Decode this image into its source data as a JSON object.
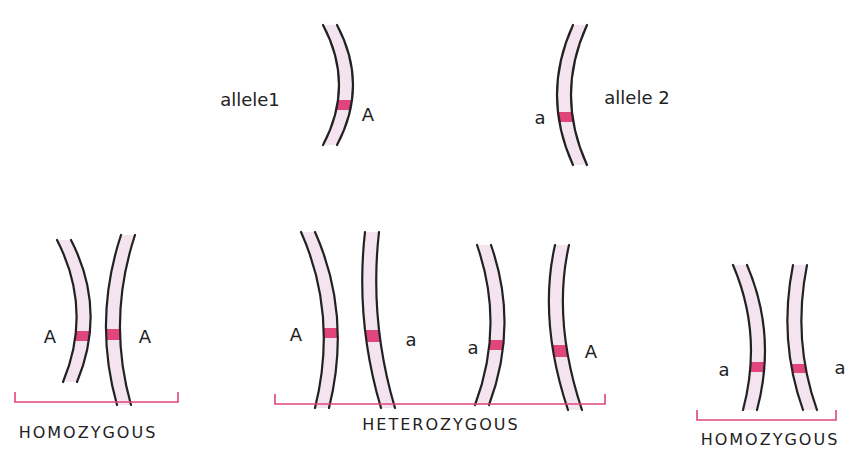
{
  "diagram": {
    "labels": [
      "allele1",
      "A",
      "a",
      "allele 2",
      "A",
      "A",
      "A",
      "a",
      "a",
      "A",
      "a",
      "a",
      "HOMOZYGOUS",
      "HETEROZYGOUS",
      "HOMOZYGOUS"
    ]
  }
}
